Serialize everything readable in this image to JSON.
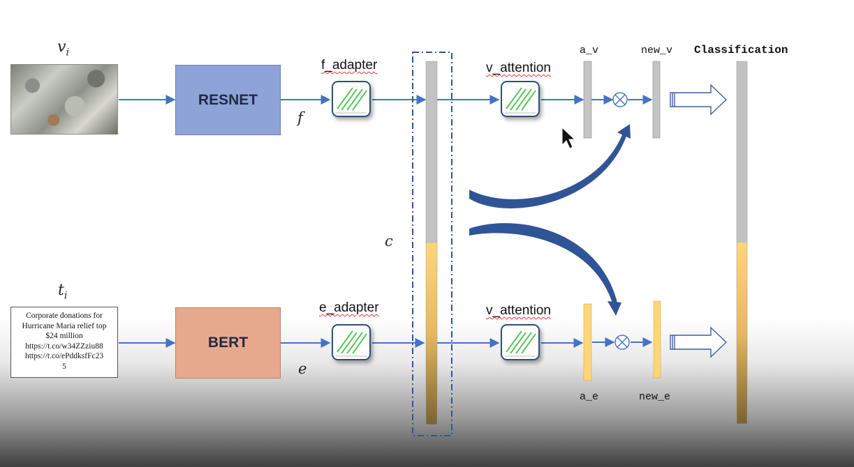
{
  "diagram": {
    "image_input": {
      "symbol": "v_i",
      "base": "v",
      "sub": "i"
    },
    "text_input": {
      "symbol": "t_i",
      "base": "t",
      "sub": "i",
      "lines": [
        "Corporate donations for",
        "Hurricane Maria relief top",
        "$24 million",
        "https://t.co/w34ZZziu88",
        "https://t.co/ePddksfFc23",
        "5"
      ]
    },
    "encoders": {
      "image": "RESNET",
      "text": "BERT"
    },
    "features": {
      "image": "f",
      "text": "e",
      "concat": "c"
    },
    "adapters": {
      "image": "f_adapter",
      "text": "e_adapter"
    },
    "attention": {
      "top": "v_attention",
      "bottom": "v_attention"
    },
    "attn_vectors": {
      "top": "a_v",
      "bottom": "a_e"
    },
    "new_vectors": {
      "top": "new_v",
      "bottom": "new_e"
    },
    "output": "Classification",
    "colors": {
      "arrow": "#4472c4",
      "curve_arrow": "#2f5597",
      "gray_bar": "#c0c0c0",
      "yellow_bar": "#ffd97a",
      "dash_border": "#2f5597",
      "resnet": "#8ea4d8",
      "bert": "#e7a98e"
    },
    "icons": [
      "cross-multiply-icon",
      "hollow-arrow-icon",
      "mouse-cursor-icon",
      "adapter-stripe-icon"
    ]
  }
}
